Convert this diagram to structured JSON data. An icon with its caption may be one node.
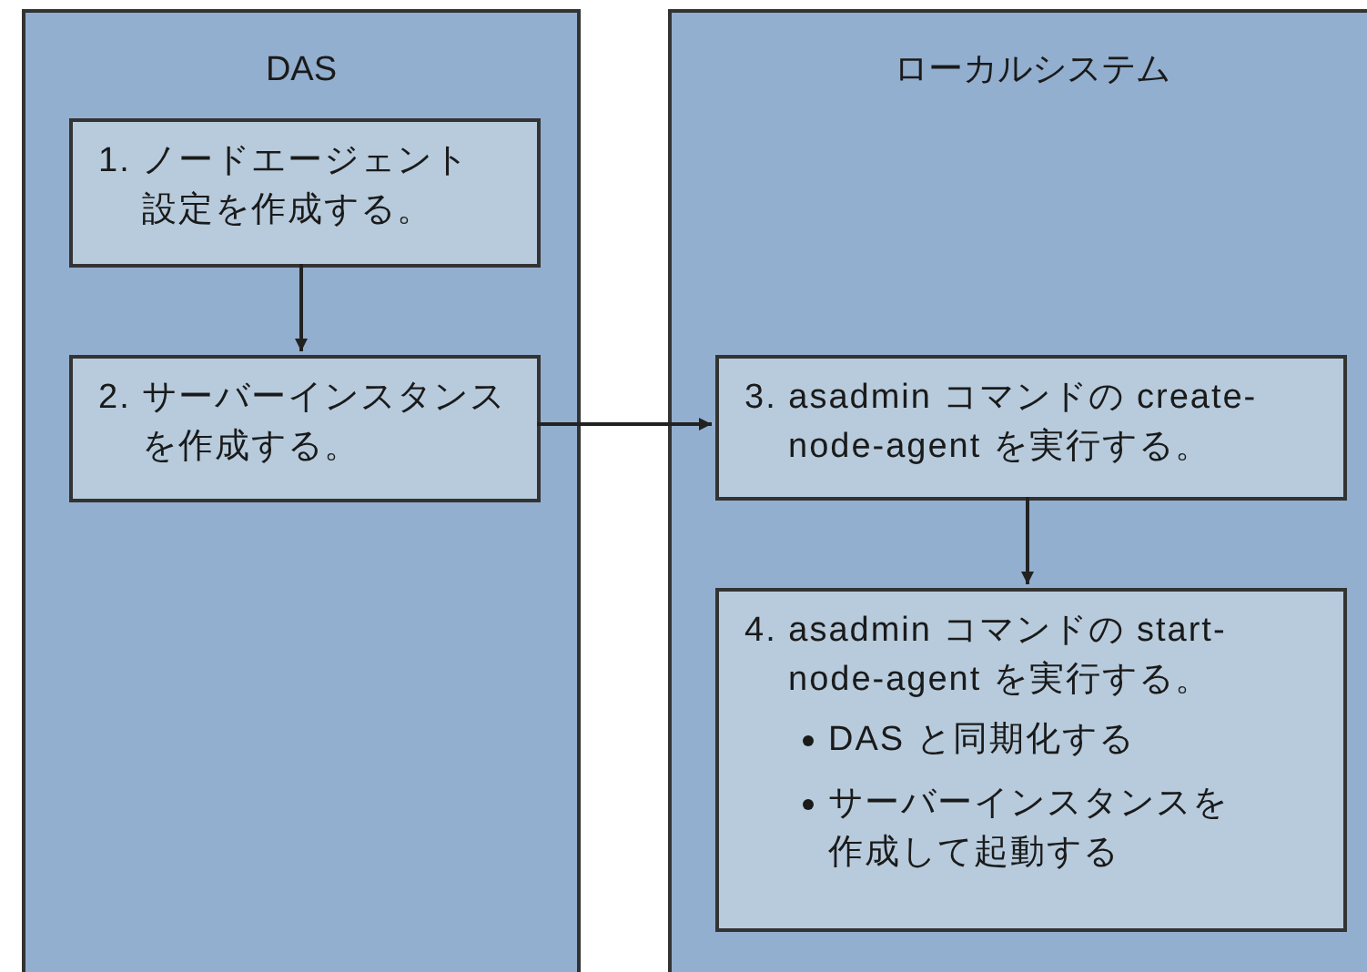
{
  "diagram": {
    "nodes": [
      {
        "text": [
          "DAS"
        ]
      },
      {
        "text": [
          "ローカルシステム"
        ]
      },
      {
        "text": [
          "1. ノードエージェント設定を作成する。"
        ],
        "in": 0
      },
      {
        "text": [
          "2. サーバーインスタンスを作成する。"
        ],
        "in": 0
      },
      {
        "text": [
          "3. asadmin コマンドの create-node-agent を実行する。"
        ],
        "in": 1
      },
      {
        "text": [
          "4. asadmin コマンドの start-node-agent を実行する。",
          "DAS と同期化する",
          "サーバーインスタンスを作成して起動する"
        ],
        "in": 1
      }
    ],
    "edges": [
      {
        "from": 2,
        "to": 3,
        "arrow": "to"
      },
      {
        "from": 3,
        "to": 4,
        "arrow": "to"
      },
      {
        "from": 4,
        "to": 5,
        "arrow": "to"
      }
    ]
  }
}
